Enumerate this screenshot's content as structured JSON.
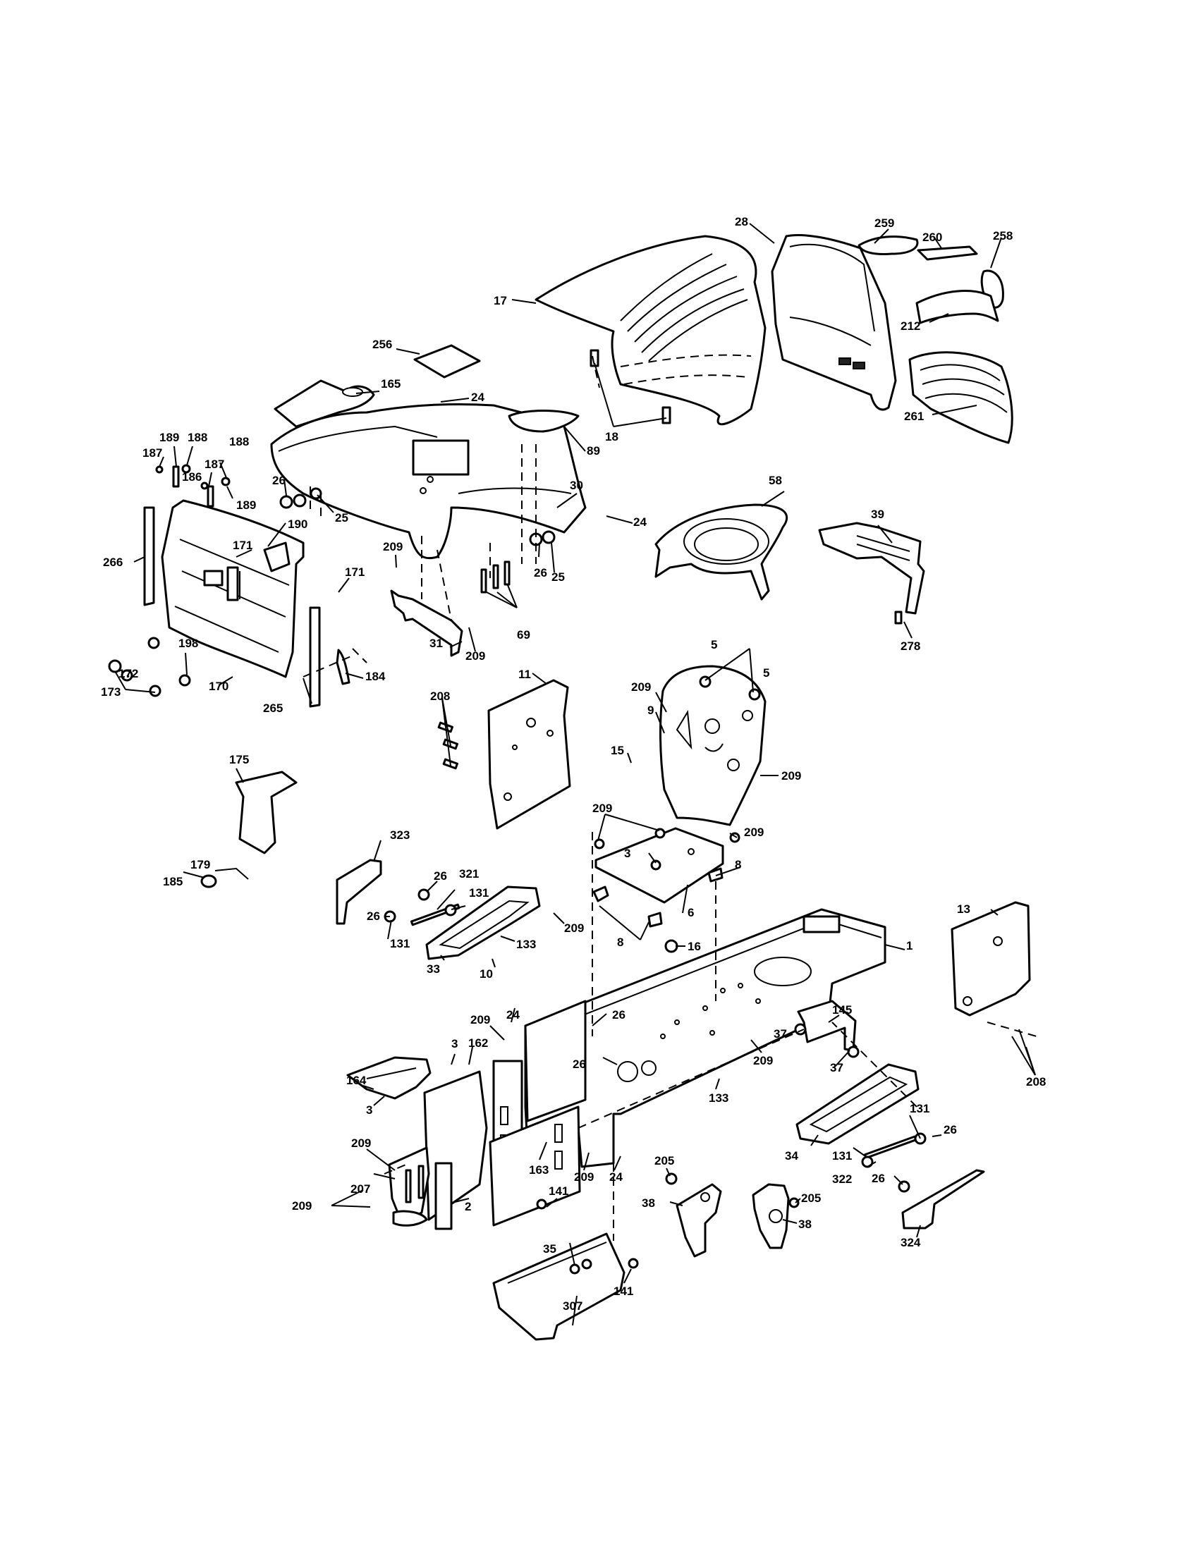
{
  "colors": {
    "ink": "#000000",
    "paper": "#ffffff"
  },
  "callouts": {
    "c17": "17",
    "c18": "18",
    "c28": "28",
    "c259": "259",
    "c260": "260",
    "c258": "258",
    "c212": "212",
    "c261": "261",
    "c256": "256",
    "c165": "165",
    "c24a": "24",
    "c89": "89",
    "c30": "30",
    "c24b": "24",
    "c58": "58",
    "c39": "39",
    "c278": "278",
    "c189a": "189",
    "c188a": "188",
    "c188b": "188",
    "c187a": "187",
    "c187b": "187",
    "c186": "186",
    "c189b": "189",
    "c26a": "26",
    "c25a": "25",
    "c190": "190",
    "c266": "266",
    "c171a": "171",
    "c171b": "171",
    "c209a": "209",
    "c26b": "26",
    "c25b": "25",
    "c69": "69",
    "c31": "31",
    "c209b": "209",
    "c198": "198",
    "c172": "172",
    "c173": "173",
    "c170": "170",
    "c265": "265",
    "c184": "184",
    "c11": "11",
    "c208a": "208",
    "c5a": "5",
    "c5b": "5",
    "c209c": "209",
    "c9": "9",
    "c15": "15",
    "c209d": "209",
    "c175": "175",
    "c209e": "209",
    "c209f": "209",
    "c3a": "3",
    "c8a": "8",
    "c323": "323",
    "c179": "179",
    "c185": "185",
    "c26c": "26",
    "c321": "321",
    "c131a": "131",
    "c26d": "26",
    "c209g": "209",
    "c131b": "131",
    "c133a": "133",
    "c8b": "8",
    "c6": "6",
    "c16": "16",
    "c33": "33",
    "c10": "10",
    "c1": "1",
    "c13": "13",
    "c24c": "24",
    "c209h": "209",
    "c26e": "26",
    "c26f": "26",
    "c145": "145",
    "c37a": "37",
    "c37b": "37",
    "c209i": "209",
    "c3b": "3",
    "c162": "162",
    "c164": "164",
    "c3c": "3",
    "c133b": "133",
    "c208b": "208",
    "c131c": "131",
    "c26g": "26",
    "c34": "34",
    "c131d": "131",
    "c322": "322",
    "c26h": "26",
    "c209j": "209",
    "c207": "207",
    "c209k": "209",
    "c163": "163",
    "c209l": "209",
    "c24d": "24",
    "c2": "2",
    "c205a": "205",
    "c38a": "38",
    "c205b": "205",
    "c38b": "38",
    "c324": "324",
    "c141a": "141",
    "c35": "35",
    "c141b": "141",
    "c307": "307"
  }
}
